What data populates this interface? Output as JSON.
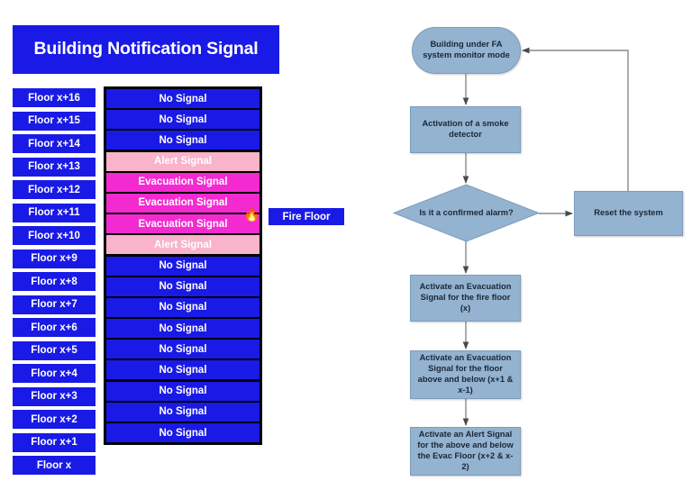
{
  "panel": {
    "title": "Building Notification Signal",
    "fire_floor_label": "Fire Floor",
    "fire_icon": "flame-icon",
    "colors": {
      "blue": "#1a1ae6",
      "alert_pink": "#f9b3cb",
      "evacuation_magenta": "#f42ad1",
      "flowchart_fill": "#93b3d1",
      "text_white": "#ffffff"
    },
    "rows": [
      {
        "floor": "Floor x+16",
        "signal": "No Signal",
        "state": "none"
      },
      {
        "floor": "Floor x+15",
        "signal": "No Signal",
        "state": "none"
      },
      {
        "floor": "Floor x+14",
        "signal": "No Signal",
        "state": "none"
      },
      {
        "floor": "Floor x+13",
        "signal": "Alert Signal",
        "state": "alert"
      },
      {
        "floor": "Floor x+12",
        "signal": "Evacuation Signal",
        "state": "evacuation"
      },
      {
        "floor": "Floor x+11",
        "signal": "Evacuation Signal",
        "state": "evacuation"
      },
      {
        "floor": "Floor x+10",
        "signal": "Evacuation Signal",
        "state": "evacuation"
      },
      {
        "floor": "Floor x+9",
        "signal": "Alert Signal",
        "state": "alert"
      },
      {
        "floor": "Floor x+8",
        "signal": "No Signal",
        "state": "none"
      },
      {
        "floor": "Floor x+7",
        "signal": "No Signal",
        "state": "none"
      },
      {
        "floor": "Floor x+6",
        "signal": "No Signal",
        "state": "none"
      },
      {
        "floor": "Floor x+5",
        "signal": "No Signal",
        "state": "none"
      },
      {
        "floor": "Floor x+4",
        "signal": "No Signal",
        "state": "none"
      },
      {
        "floor": "Floor x+3",
        "signal": "No Signal",
        "state": "none"
      },
      {
        "floor": "Floor x+2",
        "signal": "No Signal",
        "state": "none"
      },
      {
        "floor": "Floor x+1",
        "signal": "No Signal",
        "state": "none"
      },
      {
        "floor": "Floor x",
        "signal": "No Signal",
        "state": "none"
      }
    ]
  },
  "flowchart": {
    "terminal": "Building under FA system monitor mode",
    "smoke_detector": "Activation of a smoke detector",
    "decision": "Is it a confirmed alarm?",
    "reset": "Reset the system",
    "activate_fire_floor": "Activate an Evacuation Signal for the fire floor (x)",
    "activate_above_below": "Activate an Evacuation Signal for the floor above and below (x+1 & x-1)",
    "activate_alert": "Activate an Alert Signal for the above and below the Evac Floor (x+2 & x-2)"
  }
}
